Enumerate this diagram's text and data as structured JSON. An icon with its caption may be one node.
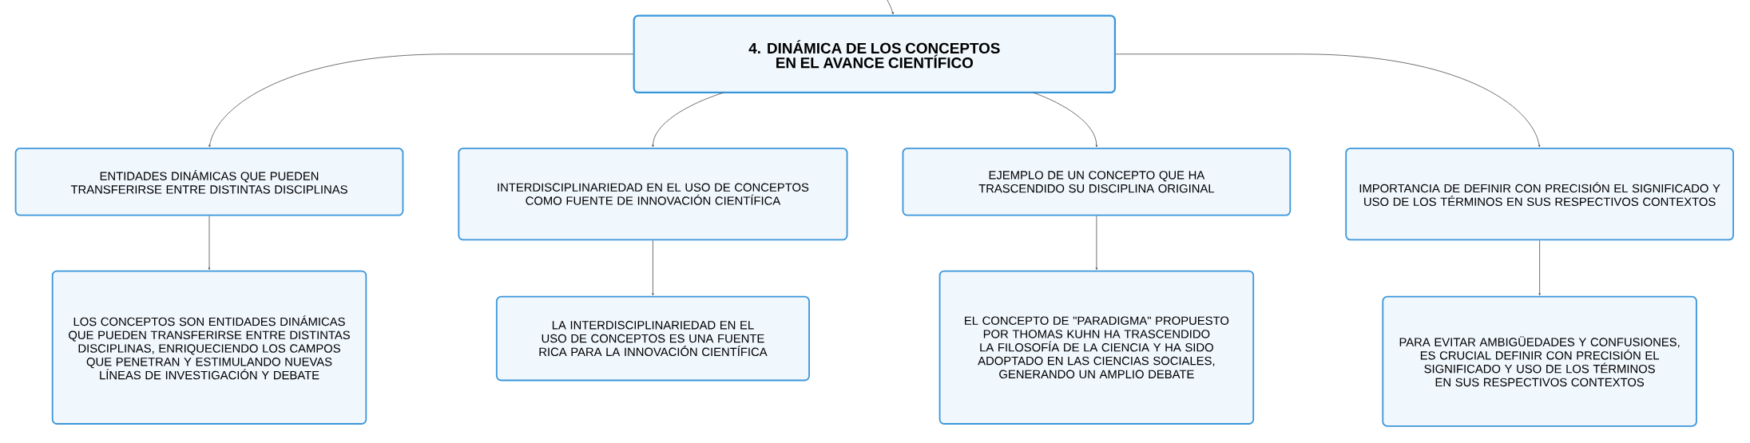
{
  "diagram": {
    "nodes": [
      {
        "text": [
          "4. DINÁMICA DE LOS CONCEPTOS EN EL AVANCE CIENTÍFICO"
        ]
      },
      {
        "text": [
          "ENTIDADES DINÁMICAS QUE PUEDEN TRANSFERIRSE ENTRE DISTINTAS DISCIPLINAS"
        ]
      },
      {
        "text": [
          "INTERDISCIPLINARIEDAD EN EL USO DE CONCEPTOS COMO FUENTE DE INNOVACIÓN CIENTÍFICA"
        ]
      },
      {
        "text": [
          "EJEMPLO DE UN CONCEPTO QUE HA TRASCENDIDO SU DISCIPLINA ORIGINAL"
        ]
      },
      {
        "text": [
          "IMPORTANCIA DE DEFINIR CON PRECISIÓN EL SIGNIFICADO Y USO DE LOS TÉRMINOS EN SUS RESPECTIVOS CONTEXTOS"
        ]
      },
      {
        "text": [
          "LOS CONCEPTOS SON ENTIDADES DINÁMICAS QUE PUEDEN TRANSFERIRSE ENTRE DISTINTAS DISCIPLINAS, ENRIQUECIENDO LOS CAMPOS QUE PENETRAN Y ESTIMULANDO NUEVAS LÍNEAS DE INVESTIGACIÓN Y DEBATE"
        ]
      },
      {
        "text": [
          "LA INTERDISCIPLINARIEDAD EN EL USO DE CONCEPTOS ES UNA FUENTE RICA PARA LA INNOVACIÓN CIENTÍFICA"
        ]
      },
      {
        "text": [
          "EL CONCEPTO DE \"PARADIGMA\" PROPUESTO POR THOMAS KUHN HA TRASCENDIDO LA FILOSOFÍA DE LA CIENCIA Y HA SIDO ADOPTADO EN LAS CIENCIAS SOCIALES, GENERANDO UN AMPLIO DEBATE"
        ]
      },
      {
        "text": [
          "PARA EVITAR AMBIGÜEDADES Y CONFUSIONES, ES CRUCIAL DEFINIR CON PRECISIÓN EL SIGNIFICADO Y USO DE LOS TÉRMINOS EN SUS RESPECTIVOS CONTEXTOS"
        ]
      }
    ],
    "edges": [
      {
        "from": null,
        "to": 0,
        "arrow": "to"
      },
      {
        "from": 0,
        "to": 1,
        "arrow": "to"
      },
      {
        "from": 0,
        "to": 2,
        "arrow": "to"
      },
      {
        "from": 0,
        "to": 3,
        "arrow": "to"
      },
      {
        "from": 0,
        "to": 4,
        "arrow": "to"
      },
      {
        "from": 1,
        "to": 5,
        "arrow": "to"
      },
      {
        "from": 2,
        "to": 6,
        "arrow": "to"
      },
      {
        "from": 3,
        "to": 7,
        "arrow": "to"
      },
      {
        "from": 4,
        "to": 8,
        "arrow": "to"
      }
    ]
  }
}
